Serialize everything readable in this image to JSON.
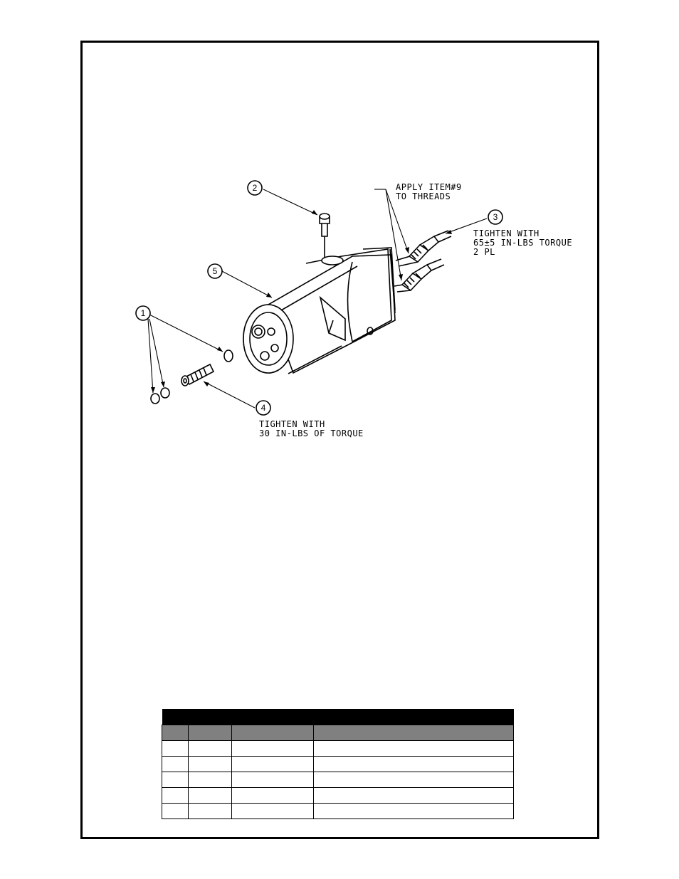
{
  "callouts": [
    {
      "number": "1"
    },
    {
      "number": "2"
    },
    {
      "number": "3"
    },
    {
      "number": "4"
    },
    {
      "number": "5"
    }
  ],
  "notes": {
    "apply": [
      "APPLY ITEM#9",
      "TO THREADS"
    ],
    "tighten_fittings": [
      "TIGHTEN WITH",
      "65±5 IN-LBS TORQUE",
      "2 PL"
    ],
    "tighten_plug": [
      "TIGHTEN WITH",
      "30 IN-LBS OF TORQUE"
    ]
  },
  "parts_table": {
    "rows": 5,
    "columns": 4
  }
}
